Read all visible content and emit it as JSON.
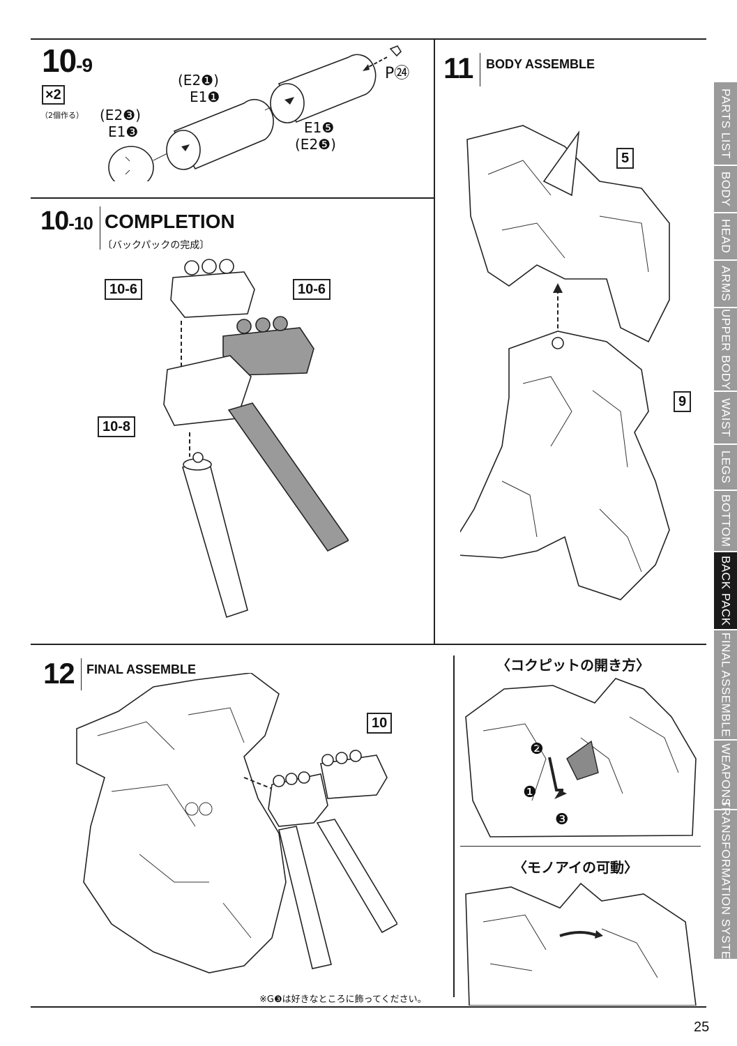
{
  "step_10_9": {
    "number_main": "10",
    "number_sub": "-9",
    "multiplier": "×2",
    "multiplier_note": "（2個作る）",
    "parts": {
      "top_alt": "(E2❶)",
      "top": "E1❶",
      "left_alt": "(E2❸)",
      "left": "E1❸",
      "right": "E1❺",
      "right_alt": "(E2❺)",
      "pin": "P㉔"
    }
  },
  "step_10_10": {
    "number_main": "10",
    "number_sub": "-10",
    "title": "COMPLETION",
    "subtitle": "〔バックパックの完成〕",
    "refs": [
      "10-6",
      "10-6",
      "10-8"
    ]
  },
  "step_11": {
    "number": "11",
    "title": "BODY ASSEMBLE",
    "refs": [
      "5",
      "9"
    ]
  },
  "step_12": {
    "number": "12",
    "title": "FINAL ASSEMBLE",
    "ref": "10",
    "note": "※G❸は好きなところに飾ってください。"
  },
  "cockpit": {
    "title": "〈コクピットの開き方〉",
    "markers": [
      "❷",
      "❶",
      "❸"
    ]
  },
  "monoeye": {
    "title": "〈モノアイの可動〉"
  },
  "side_tabs": [
    {
      "label": "PARTS LIST",
      "active": false
    },
    {
      "label": "BODY",
      "active": false
    },
    {
      "label": "HEAD",
      "active": false
    },
    {
      "label": "ARMS",
      "active": false
    },
    {
      "label": "UPPER BODY",
      "active": false
    },
    {
      "label": "WAIST",
      "active": false
    },
    {
      "label": "LEGS",
      "active": false
    },
    {
      "label": "BOTTOM",
      "active": false
    },
    {
      "label": "BACK PACK",
      "active": true
    },
    {
      "label": "FINAL ASSEMBLE",
      "active": false
    },
    {
      "label": "WEAPONS",
      "active": false
    },
    {
      "label": "TRANSFORMATION SYSTEM",
      "active": false
    }
  ],
  "page_number": "25"
}
